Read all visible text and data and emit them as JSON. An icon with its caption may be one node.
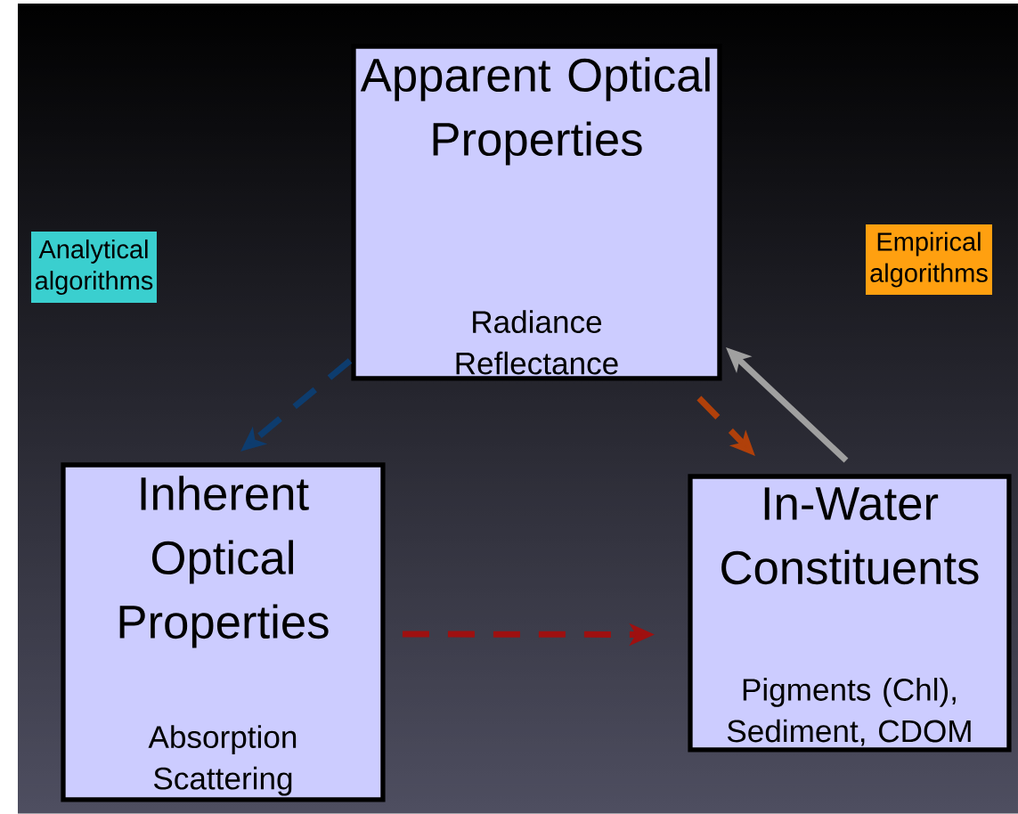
{
  "diagram": {
    "nodes": [
      {
        "text": [
          "Apparent Optical Properties",
          "Radiance Reflectance"
        ]
      },
      {
        "text": [
          "Inherent Optical Properties",
          "Absorption Scattering"
        ]
      },
      {
        "text": [
          "In-Water Constituents",
          "Pigments (Chl), Sediment, CDOM"
        ]
      },
      {
        "text": [
          "Analytical algorithms"
        ]
      },
      {
        "text": [
          "Empirical algorithms"
        ]
      }
    ],
    "edges": [
      {
        "from": 0,
        "to": 1,
        "arrow": "to",
        "style": "dashed",
        "color": "#0d3c6e"
      },
      {
        "from": 0,
        "to": 2,
        "arrow": "to",
        "style": "dashed",
        "color": "#b0400a"
      },
      {
        "from": 2,
        "to": 0,
        "arrow": "to",
        "color": "#a0a0a0"
      },
      {
        "from": 1,
        "to": 2,
        "arrow": "to",
        "style": "dashed",
        "color": "#9e1010"
      }
    ]
  }
}
